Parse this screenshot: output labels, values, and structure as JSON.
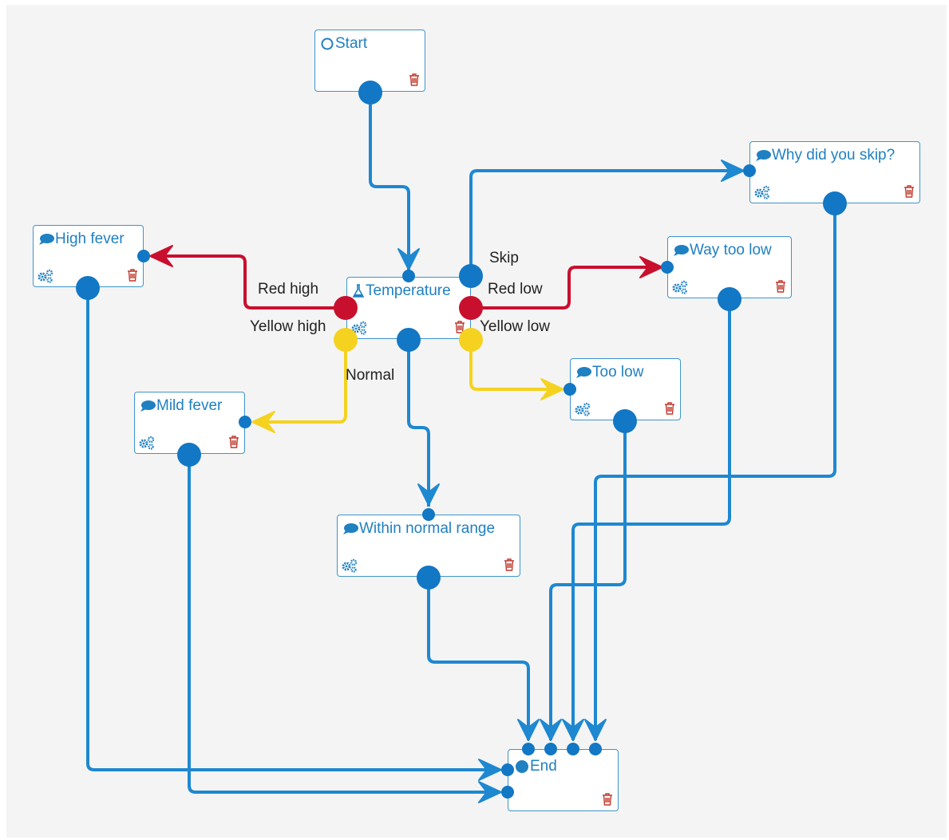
{
  "colors": {
    "accent": "#1f80c2",
    "wire": "#1e88d0",
    "red": "#c8102e",
    "yellow": "#f5d21f",
    "trash": "#c0392b"
  },
  "nodes": {
    "start": {
      "label": "Start",
      "icon": "circle-outline-icon"
    },
    "temperature": {
      "label": "Temperature",
      "icon": "flask-icon"
    },
    "why_skip": {
      "label": "Why did you skip?",
      "icon": "speech-bubble-icon"
    },
    "high_fever": {
      "label": "High fever",
      "icon": "speech-bubble-icon"
    },
    "way_too_low": {
      "label": "Way too low",
      "icon": "speech-bubble-icon"
    },
    "too_low": {
      "label": "Too low",
      "icon": "speech-bubble-icon"
    },
    "mild_fever": {
      "label": "Mild fever",
      "icon": "speech-bubble-icon"
    },
    "normal_range": {
      "label": "Within normal range",
      "icon": "speech-bubble-icon"
    },
    "end": {
      "label": "End",
      "icon": "dot-icon"
    }
  },
  "edge_labels": {
    "skip": "Skip",
    "red_high": "Red high",
    "red_low": "Red low",
    "yellow_high": "Yellow high",
    "yellow_low": "Yellow low",
    "normal": "Normal"
  },
  "edges": [
    {
      "from": "start",
      "to": "temperature",
      "color": "blue"
    },
    {
      "from": "temperature",
      "to": "why_skip",
      "label": "Skip",
      "color": "blue"
    },
    {
      "from": "temperature",
      "to": "high_fever",
      "label": "Red high",
      "color": "red"
    },
    {
      "from": "temperature",
      "to": "way_too_low",
      "label": "Red low",
      "color": "red"
    },
    {
      "from": "temperature",
      "to": "mild_fever",
      "label": "Yellow high",
      "color": "yellow"
    },
    {
      "from": "temperature",
      "to": "too_low",
      "label": "Yellow low",
      "color": "yellow"
    },
    {
      "from": "temperature",
      "to": "normal_range",
      "label": "Normal",
      "color": "blue"
    },
    {
      "from": "high_fever",
      "to": "end",
      "color": "blue"
    },
    {
      "from": "mild_fever",
      "to": "end",
      "color": "blue"
    },
    {
      "from": "normal_range",
      "to": "end",
      "color": "blue"
    },
    {
      "from": "too_low",
      "to": "end",
      "color": "blue"
    },
    {
      "from": "way_too_low",
      "to": "end",
      "color": "blue"
    },
    {
      "from": "why_skip",
      "to": "end",
      "color": "blue"
    }
  ]
}
